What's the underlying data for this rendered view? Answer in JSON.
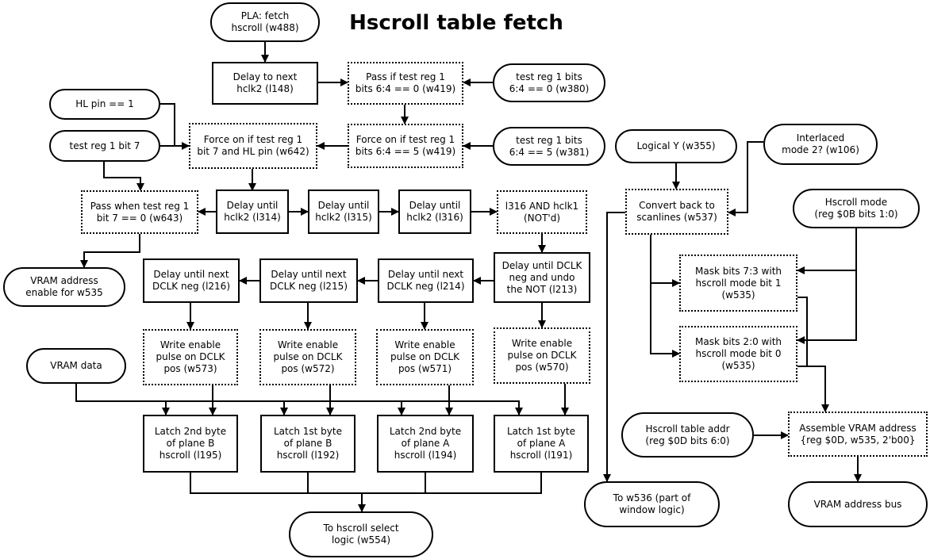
{
  "title": "Hscroll table fetch",
  "nodes": {
    "pla_fetch": "PLA: fetch\nhscroll (w488)",
    "delay_hclk2_l148": "Delay to next\nhclk2 (l148)",
    "pass_test_reg_w419": "Pass if test reg 1\nbits 6:4 == 0 (w419)",
    "test_reg_w380": "test reg 1 bits\n6:4 == 0 (w380)",
    "hl_pin": "HL pin == 1",
    "test_reg_bit7": "test reg 1 bit 7",
    "force_on_w642": "Force on if test reg 1\nbit 7 and HL pin (w642)",
    "force_on_w419": "Force on if test reg 1\nbits 6:4 == 5 (w419)",
    "test_reg_w381": "test reg 1 bits\n6:4 == 5 (w381)",
    "pass_when_w643": "Pass when test reg 1\nbit 7 == 0 (w643)",
    "delay_l314": "Delay until\nhclk2 (l314)",
    "delay_l315": "Delay until\nhclk2 (l315)",
    "delay_l316": "Delay until\nhclk2 (l316)",
    "l316_and": "l316 AND hclk1\n(NOT'd)",
    "vram_addr_enable": "VRAM address\nenable for w535",
    "delay_l216": "Delay until next\nDCLK neg (l216)",
    "delay_l215": "Delay until next\nDCLK neg (l215)",
    "delay_l214": "Delay until next\nDCLK neg (l214)",
    "delay_l213": "Delay until DCLK\nneg and undo\nthe NOT (l213)",
    "we_w573": "Write enable\npulse on DCLK\npos (w573)",
    "we_w572": "Write enable\npulse on DCLK\npos (w572)",
    "we_w571": "Write enable\npulse on DCLK\npos (w571)",
    "we_w570": "Write enable\npulse on DCLK\npos (w570)",
    "vram_data": "VRAM data",
    "latch_l195": "Latch 2nd byte\nof plane B\nhscroll (l195)",
    "latch_l192": "Latch 1st byte\nof plane B\nhscroll (l192)",
    "latch_l194": "Latch 2nd byte\nof plane A\nhscroll (l194)",
    "latch_l191": "Latch 1st byte\nof plane A\nhscroll (l191)",
    "hscroll_select": "To hscroll select\nlogic (w554)",
    "logical_y": "Logical Y (w355)",
    "interlaced": "Interlaced\nmode 2? (w106)",
    "convert_w537": "Convert back to\nscanlines (w537)",
    "hscroll_mode": "Hscroll mode\n(reg $0B bits 1:0)",
    "mask_73": "Mask bits 7:3 with\nhscroll mode bit 1\n(w535)",
    "mask_20": "Mask bits 2:0 with\nhscroll mode bit 0\n(w535)",
    "hscroll_table_addr": "Hscroll table addr\n(reg $0D bits 6:0)",
    "assemble": "Assemble VRAM address\n{reg $0D, w535, 2'b00}",
    "to_w536": "To w536 (part of\nwindow logic)",
    "vram_bus": "VRAM address bus"
  }
}
